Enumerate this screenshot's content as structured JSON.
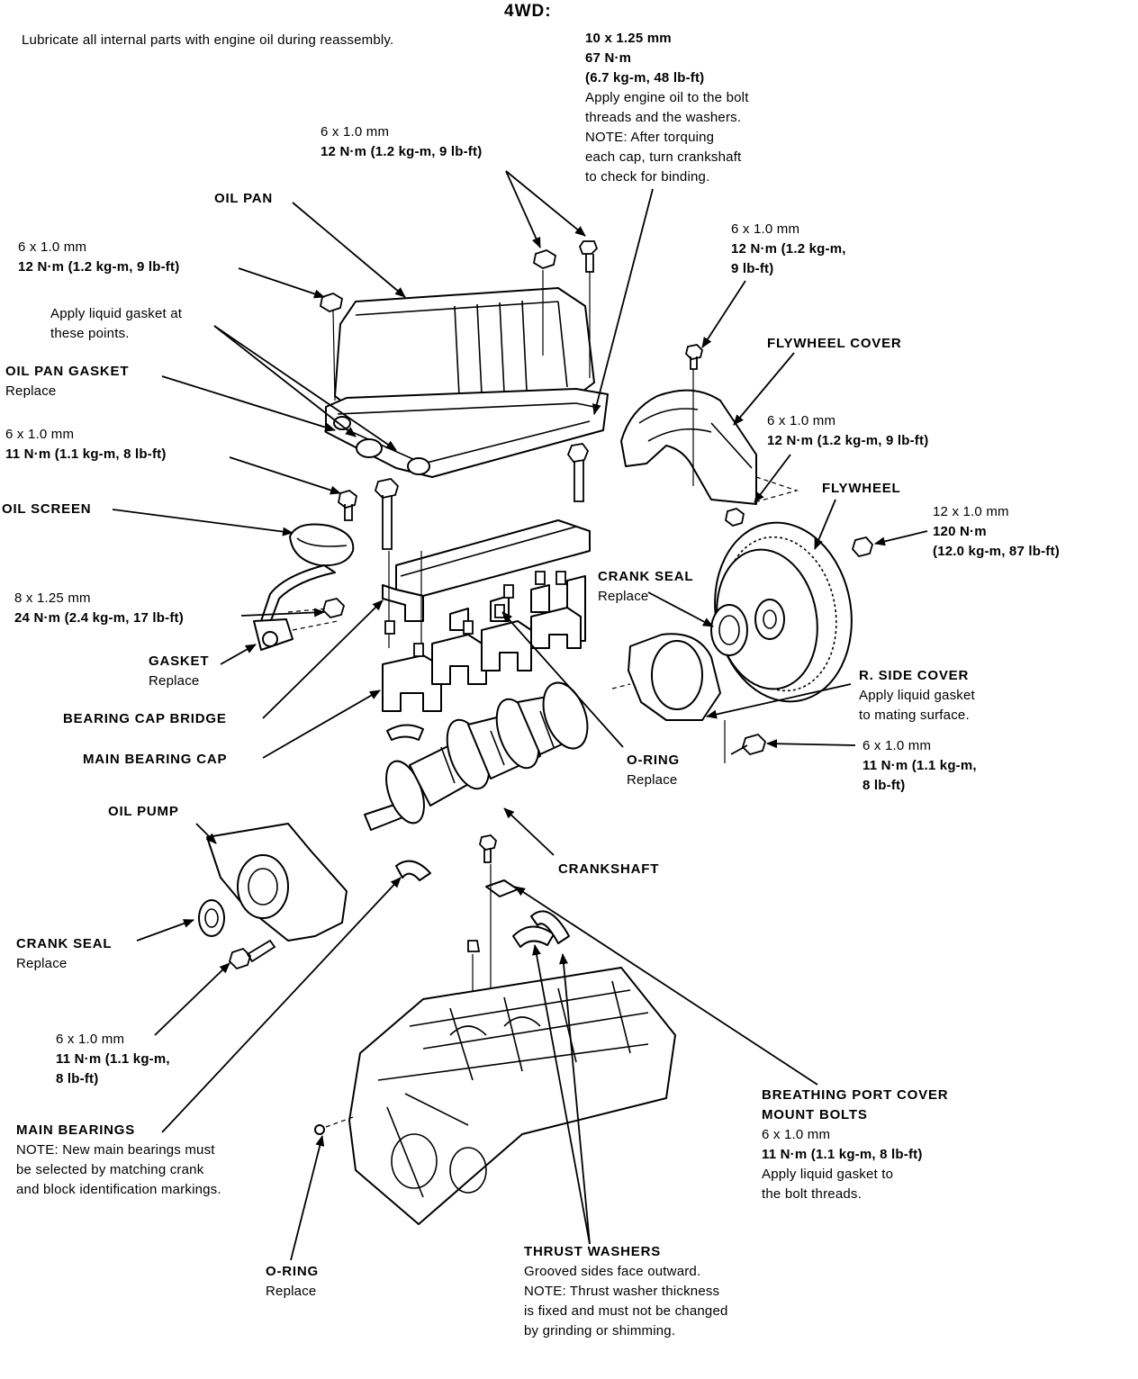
{
  "title": "4WD:",
  "note_lubricate": "Lubricate all internal parts with engine oil during reassembly.",
  "labels": {
    "main_cap_bolt": {
      "spec": "10 x 1.25 mm",
      "torque": "67 N·m",
      "torque_alt": "(6.7 kg-m, 48 lb-ft)",
      "note1": "Apply engine oil to the bolt",
      "note2": "threads and the washers.",
      "note3": "NOTE: After torquing",
      "note4": "each cap, turn crankshaft",
      "note5": "to check for binding."
    },
    "pan_bolt_top": {
      "spec": "6 x 1.0 mm",
      "torque": "12 N·m (1.2 kg-m, 9 lb-ft)"
    },
    "oil_pan": {
      "name": "OIL PAN"
    },
    "pan_bolt_left": {
      "spec": "6 x 1.0 mm",
      "torque": "12 N·m (1.2 kg-m, 9 lb-ft)"
    },
    "liquid_gasket": {
      "line1": "Apply liquid gasket at",
      "line2": "these points."
    },
    "oil_pan_gasket": {
      "name": "OIL PAN GASKET",
      "note": "Replace"
    },
    "screen_bolt": {
      "spec": "6 x 1.0 mm",
      "torque": "11 N·m (1.1 kg-m, 8 lb-ft)"
    },
    "oil_screen": {
      "name": "OIL SCREEN"
    },
    "screen_nut": {
      "spec": "8 x 1.25 mm",
      "torque": "24 N·m (2.4 kg-m, 17 lb-ft)"
    },
    "gasket": {
      "name": "GASKET",
      "note": "Replace"
    },
    "bearing_cap_bridge": {
      "name": "BEARING CAP BRIDGE"
    },
    "main_bearing_cap": {
      "name": "MAIN BEARING CAP"
    },
    "oil_pump": {
      "name": "OIL PUMP"
    },
    "crank_seal_left": {
      "name": "CRANK SEAL",
      "note": "Replace"
    },
    "pump_bolt": {
      "spec": "6 x 1.0 mm",
      "torque": "11 N·m (1.1 kg-m,",
      "torque_alt": "8 lb-ft)"
    },
    "main_bearings": {
      "name": "MAIN BEARINGS",
      "note1": "NOTE: New main bearings must",
      "note2": "be selected by matching crank",
      "note3": "and block identification markings."
    },
    "o_ring_bottom": {
      "name": "O-RING",
      "note": "Replace"
    },
    "thrust_washers": {
      "name": "THRUST WASHERS",
      "note1": "Grooved sides face outward.",
      "note2": "NOTE: Thrust washer thickness",
      "note3": "is fixed and must not be changed",
      "note4": "by grinding or shimming."
    },
    "breathing_port": {
      "name1": "BREATHING PORT COVER",
      "name2": "MOUNT BOLTS",
      "spec": "6 x 1.0 mm",
      "torque": "11 N·m (1.1 kg-m, 8 lb-ft)",
      "note1": "Apply liquid gasket to",
      "note2": "the bolt threads."
    },
    "crankshaft": {
      "name": "CRANKSHAFT"
    },
    "o_ring_mid": {
      "name": "O-RING",
      "note": "Replace"
    },
    "cover_bolt": {
      "spec": "6 x 1.0 mm",
      "torque": "11 N·m (1.1 kg-m,",
      "torque_alt": "8 lb-ft)"
    },
    "r_side_cover": {
      "name": "R. SIDE COVER",
      "note1": "Apply liquid gasket",
      "note2": "to mating surface."
    },
    "crank_seal_right": {
      "name": "CRANK SEAL",
      "note": "Replace"
    },
    "flywheel_bolt": {
      "spec": "12 x 1.0 mm",
      "torque": "120 N·m",
      "torque_alt": "(12.0 kg-m, 87 lb-ft)"
    },
    "flywheel": {
      "name": "FLYWHEEL"
    },
    "fw_cover_bolt_low": {
      "spec": "6 x 1.0 mm",
      "torque": "12 N·m (1.2 kg-m, 9 lb-ft)"
    },
    "flywheel_cover": {
      "name": "FLYWHEEL COVER"
    },
    "fw_cover_bolt_top": {
      "spec": "6 x 1.0 mm",
      "torque": "12 N·m (1.2 kg-m,",
      "torque_alt": "9 lb-ft)"
    }
  }
}
